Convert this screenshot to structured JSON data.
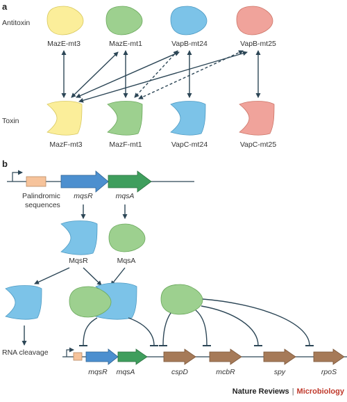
{
  "panel_a": {
    "letter": "a",
    "row_labels": {
      "antitoxin": "Antitoxin",
      "toxin": "Toxin"
    },
    "antitoxins": [
      "MazE-mt3",
      "MazE-mt1",
      "VapB-mt24",
      "VapB-mt25"
    ],
    "toxins": [
      "MazF-mt3",
      "MazF-mt1",
      "VapC-mt24",
      "VapC-mt25"
    ]
  },
  "panel_b": {
    "letter": "b",
    "operon_top": {
      "palindrome_line1": "Palindromic",
      "palindrome_line2": "sequences",
      "gene_1": "mqsR",
      "gene_2": "mqsA"
    },
    "proteins": {
      "toxin": "MqsR",
      "antitoxin": "MqsA"
    },
    "outcome": "RNA cleavage",
    "operon_bottom": {
      "genes": [
        "mqsR",
        "mqsA",
        "cspD",
        "mcbR",
        "spy",
        "rpoS"
      ]
    }
  },
  "credit": {
    "journal": "Nature Reviews",
    "separator": "|",
    "section": "Microbiology"
  },
  "colors": {
    "yellow": "#fbee9a",
    "green": "#9dd08f",
    "blue": "#7cc3e8",
    "pink": "#f0a39b",
    "arrow": "#2c4656",
    "gene_blue": "#4c8fcf",
    "gene_green": "#3f9e5d",
    "gene_brown": "#a67a58",
    "palindrome": "#f6c39b"
  }
}
